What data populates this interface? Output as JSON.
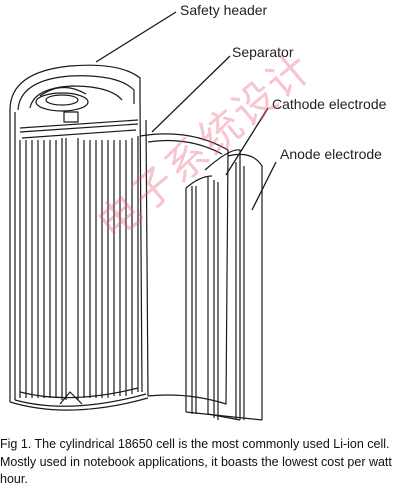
{
  "labels": {
    "safety_header": "Safety header",
    "separator": "Separator",
    "cathode": "Cathode electrode",
    "anode": "Anode electrode"
  },
  "watermark": "电子系统设计",
  "caption": "Fig 1. The cylindrical 18650 cell is the most commonly used Li-ion cell. Mostly used in notebook applications, it boasts the lowest cost per watt hour.",
  "colors": {
    "line": "#1a1a1a",
    "watermark": "#e85a78"
  }
}
